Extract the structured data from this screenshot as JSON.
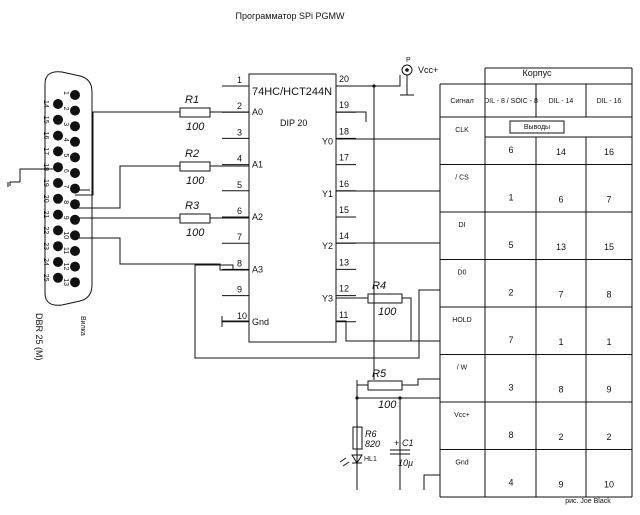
{
  "title": "Программатор SPi PGMW",
  "credit": "рис. Joe Black",
  "connector": {
    "label": "DBR 25 (M)",
    "vertical_label": "Вилка",
    "pins": [
      "14",
      "15",
      "16",
      "17",
      "18",
      "19",
      "20",
      "21",
      "22",
      "23",
      "24",
      "25",
      "1",
      "2",
      "3",
      "4",
      "5",
      "6",
      "7",
      "8",
      "9",
      "10",
      "11",
      "12",
      "13"
    ]
  },
  "ic": {
    "name": "74HC/HCT244N",
    "package": "DIP 20",
    "left_pins": [
      {
        "num": "1",
        "label": ""
      },
      {
        "num": "2",
        "label": "A0"
      },
      {
        "num": "3",
        "label": ""
      },
      {
        "num": "4",
        "label": "A1"
      },
      {
        "num": "5",
        "label": ""
      },
      {
        "num": "6",
        "label": "A2"
      },
      {
        "num": "7",
        "label": ""
      },
      {
        "num": "8",
        "label": "A3"
      },
      {
        "num": "9",
        "label": ""
      },
      {
        "num": "10",
        "label": "Gnd"
      }
    ],
    "right_pins": [
      {
        "num": "20",
        "label": ""
      },
      {
        "num": "19",
        "label": ""
      },
      {
        "num": "18",
        "label": "Y0"
      },
      {
        "num": "17",
        "label": ""
      },
      {
        "num": "16",
        "label": "Y1"
      },
      {
        "num": "15",
        "label": ""
      },
      {
        "num": "14",
        "label": "Y2"
      },
      {
        "num": "13",
        "label": ""
      },
      {
        "num": "12",
        "label": "Y3"
      },
      {
        "num": "11",
        "label": ""
      }
    ]
  },
  "resistors": [
    {
      "ref": "R1",
      "value": "100"
    },
    {
      "ref": "R2",
      "value": "100"
    },
    {
      "ref": "R3",
      "value": "100"
    },
    {
      "ref": "R4",
      "value": "100"
    },
    {
      "ref": "R5",
      "value": "100"
    },
    {
      "ref": "R6",
      "value": "820"
    }
  ],
  "led_label": "HL1",
  "capacitor": {
    "ref": "C1",
    "value": "10µ",
    "polarity": "+"
  },
  "vcc_label": "Vcc+",
  "vcc_pin_mark": "P",
  "table": {
    "group_header": "Корпус",
    "signal_header": "Сигнал",
    "package_headers": [
      "DIL - 8 / SOIC - 8",
      "DIL - 14",
      "DIL - 16"
    ],
    "pins_header": "Выводы",
    "rows": [
      {
        "signal": "CLK",
        "dil8": "6",
        "dil14": "14",
        "dil16": "16"
      },
      {
        "signal": "/ CS",
        "dil8": "1",
        "dil14": "6",
        "dil16": "7"
      },
      {
        "signal": "DI",
        "dil8": "5",
        "dil14": "13",
        "dil16": "15"
      },
      {
        "signal": "D0",
        "dil8": "2",
        "dil14": "7",
        "dil16": "8"
      },
      {
        "signal": "HOLD",
        "dil8": "7",
        "dil14": "1",
        "dil16": "1"
      },
      {
        "signal": "/ W",
        "dil8": "3",
        "dil14": "8",
        "dil16": "9"
      },
      {
        "signal": "Vcc+",
        "dil8": "8",
        "dil14": "2",
        "dil16": "2"
      },
      {
        "signal": "Gnd",
        "dil8": "4",
        "dil14": "9",
        "dil16": "10"
      }
    ]
  }
}
